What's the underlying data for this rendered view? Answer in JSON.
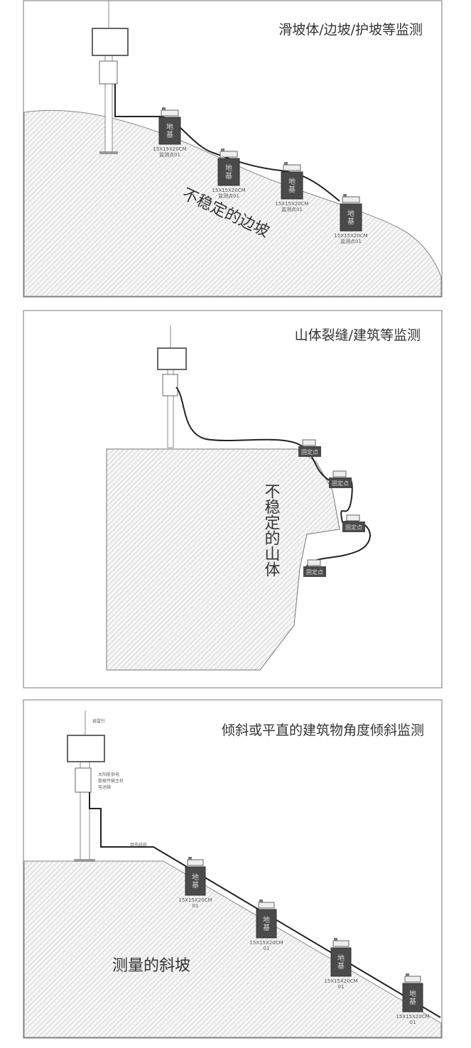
{
  "panels": [
    {
      "title": "滑坡体/边坡/护坡等监测",
      "ground_label": "不稳定的边坡",
      "sensor_base": [
        "地",
        "基"
      ],
      "sensor_size": "15X15X20CM",
      "sensor_id": "监测点01"
    },
    {
      "title": "山体裂缝/建筑等监测",
      "ground_label": "不稳定的山体",
      "fixed_point": "固定点"
    },
    {
      "title": "倾斜或平直的建筑物角度倾斜监测",
      "ground_label": "测量的斜坡",
      "lightning_rod": "避雷针",
      "host_box": [
        "太阳能供电",
        "数据传输主机",
        "电池箱"
      ],
      "cable": "供电线缆",
      "sensor_base": [
        "地",
        "基"
      ],
      "sensor_size": "15X15X20CM",
      "sensor_id": "01"
    }
  ],
  "colors": {
    "frame": "#777777",
    "hatch": "#bbbbbb",
    "sensor": "#4a4a4a",
    "cable": "#222222"
  }
}
